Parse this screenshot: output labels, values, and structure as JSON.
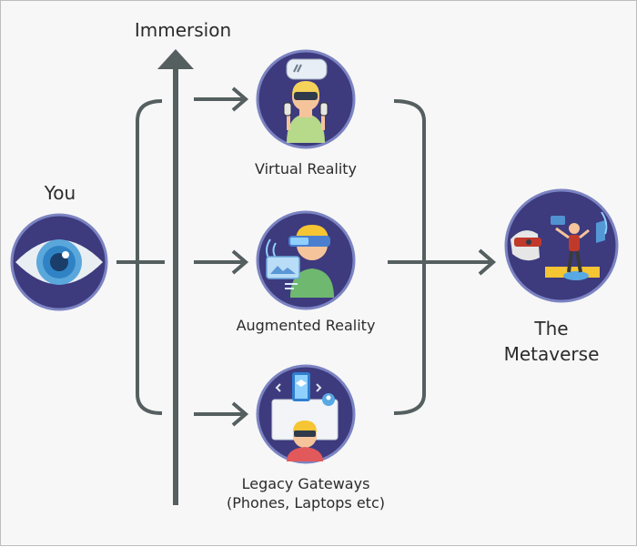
{
  "axis": {
    "label": "Immersion"
  },
  "source": {
    "label": "You",
    "icon": "eye-icon"
  },
  "gateways": [
    {
      "label": "Virtual Reality",
      "icon": "vr-headset-person-icon"
    },
    {
      "label": "Augmented Reality",
      "icon": "ar-glasses-person-icon"
    },
    {
      "label_line1": "Legacy Gateways",
      "label_line2": "(Phones, Laptops etc)",
      "icon": "laptop-phone-person-icon"
    }
  ],
  "target": {
    "label_line1": "The",
    "label_line2": "Metaverse",
    "icon": "metaverse-scene-icon"
  },
  "colors": {
    "circle_fill": "#3d3a7e",
    "circle_ring": "#7b83c2",
    "lines": "#555f5f",
    "skin": "#f6c49b",
    "green": "#6fb86f",
    "yellow": "#f5c533",
    "blue": "#58a8e4"
  }
}
